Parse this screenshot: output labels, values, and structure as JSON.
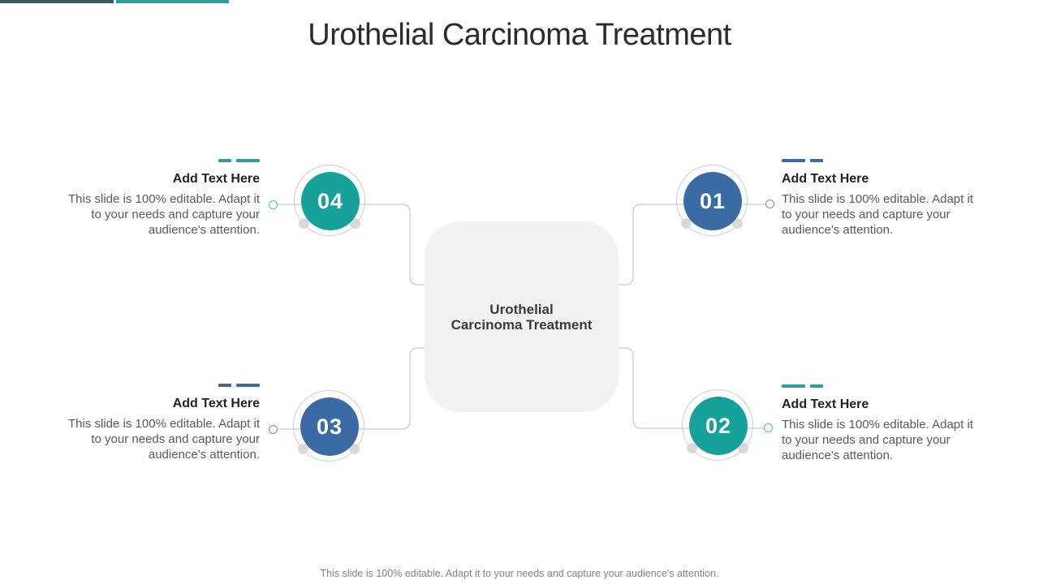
{
  "slide": {
    "title": "Urothelial Carcinoma Treatment",
    "center_box": {
      "label": "Urothelial\nCarcinoma Treatment"
    },
    "items": [
      {
        "number": "01",
        "heading": "Add Text Here",
        "body": "This slide is 100% editable. Adapt it to your  needs and capture your audience's attention.",
        "accent": "#3A6BA5",
        "position": "top-right"
      },
      {
        "number": "02",
        "heading": "Add Text Here",
        "body": "This slide is 100% editable. Adapt it to your  needs and capture your audience's attention.",
        "accent": "#16A29A",
        "position": "bottom-right"
      },
      {
        "number": "03",
        "heading": "Add Text Here",
        "body": "This slide is 100% editable. Adapt it to your  needs and capture your audience's attention.",
        "accent": "#3A6BA5",
        "position": "bottom-left"
      },
      {
        "number": "04",
        "heading": "Add Text Here",
        "body": "This slide is 100% editable. Adapt it to your  needs and capture your audience's attention.",
        "accent": "#16A29A",
        "position": "top-left"
      }
    ],
    "footer": "This slide is 100% editable. Adapt it to your needs and capture your audience's attention.",
    "colors": {
      "teal": "#16A29A",
      "blue": "#3A6BA5",
      "top_bar_dark": "#41585F",
      "top_bar_teal": "#2E9DA0",
      "center_box_bg": "#F2F2F2",
      "connector_line": "#C9C9C9",
      "body_text": "#595959",
      "title_text": "#2B2B2B"
    }
  }
}
